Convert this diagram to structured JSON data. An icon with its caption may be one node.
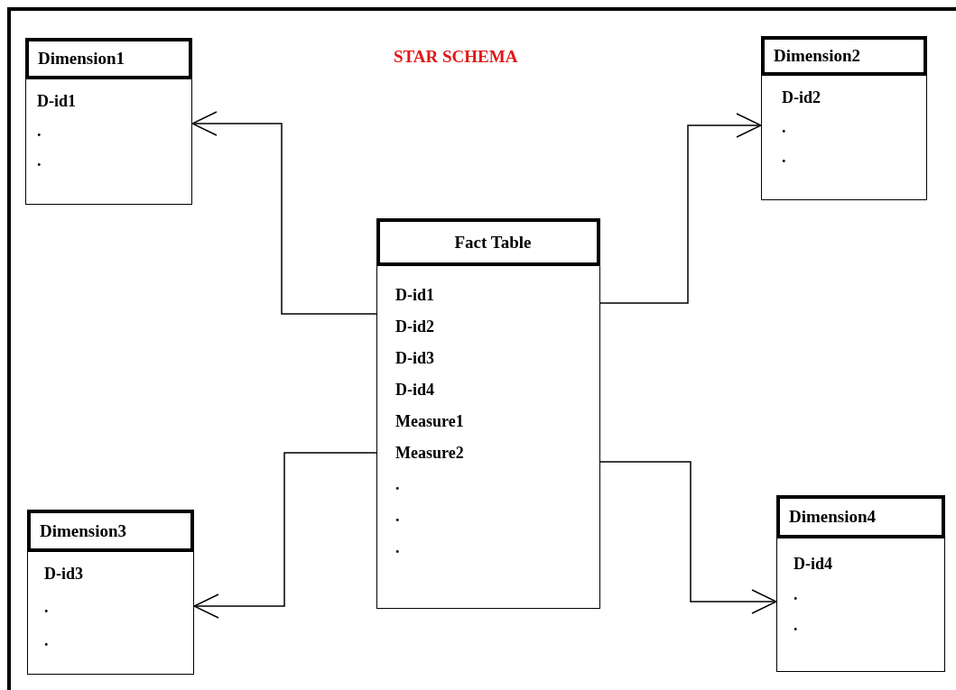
{
  "diagram": {
    "title": "STAR SCHEMA",
    "nodes": [
      {
        "text": [
          "Dimension1",
          "D-id1",
          ".",
          "."
        ]
      },
      {
        "text": [
          "Dimension2",
          "D-id2",
          ".",
          "."
        ]
      },
      {
        "text": [
          "Fact Table",
          "D-id1",
          "D-id2",
          "D-id3",
          "D-id4",
          "Measure1",
          "Measure2",
          ".",
          ".",
          "."
        ]
      },
      {
        "text": [
          "Dimension3",
          "D-id3",
          ".",
          "."
        ]
      },
      {
        "text": [
          "Dimension4",
          "D-id4",
          ".",
          "."
        ]
      }
    ],
    "edges": [
      {
        "from": 2,
        "to": 0,
        "arrow": "to"
      },
      {
        "from": 2,
        "to": 1,
        "arrow": "to"
      },
      {
        "from": 2,
        "to": 3,
        "arrow": "to"
      },
      {
        "from": 2,
        "to": 4,
        "arrow": "to"
      }
    ]
  }
}
